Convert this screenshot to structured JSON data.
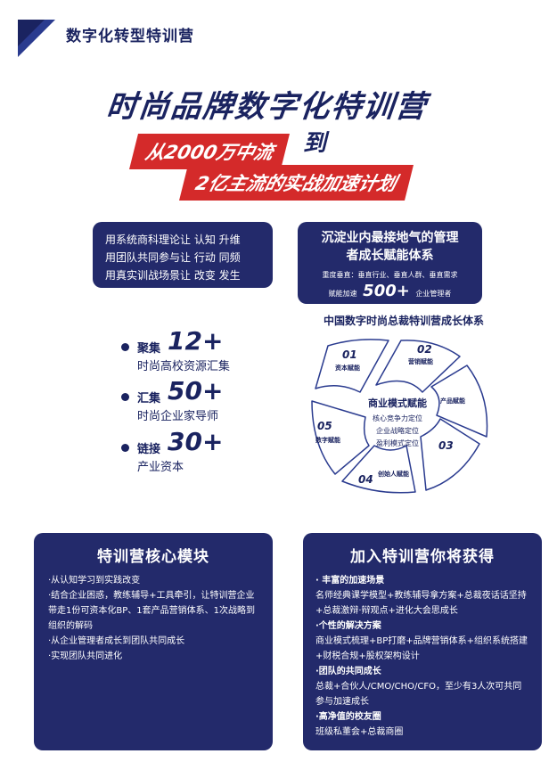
{
  "header": {
    "title": "数字化转型特训营"
  },
  "hero": {
    "title": "时尚品牌数字化特训营",
    "line1": "从2000万中流",
    "to": "到",
    "line2": "2亿主流的实战加速计划"
  },
  "left_box": {
    "lines": [
      "用系统商科理论让 认知 升维",
      "用团队共同参与让 行动 同频",
      "用真实训战场景让 改变 发生"
    ]
  },
  "right_box": {
    "title_line1": "沉淀业内最接地气的管理",
    "title_line2": "者成长赋能体系",
    "sub": "重度垂直：垂直行业、垂直人群、垂直需求",
    "pre": "赋能加速",
    "big": "500+",
    "post": "企业管理者"
  },
  "stats": [
    {
      "label": "聚集",
      "number": "12+",
      "desc": "时尚高校资源汇集"
    },
    {
      "label": "汇集",
      "number": "50+",
      "desc": "时尚企业家导师"
    },
    {
      "label": "链接",
      "number": "30+",
      "desc": "产业资本"
    }
  ],
  "system": {
    "title": "中国数字时尚总裁特训营成长体系",
    "center_title": "商业模式赋能",
    "center_lines": [
      "核心竞争力定位",
      "企业战略定位",
      "盈利模式定位"
    ],
    "n01": "01",
    "t01": "资本赋能",
    "n02": "02",
    "t02": "营销赋能",
    "n03": "03",
    "t03": "产品赋能",
    "n04": "04",
    "t04": "创始人赋能",
    "n05": "05",
    "t05": "数字赋能"
  },
  "panel_left": {
    "title": "特训营核心模块",
    "items": [
      "·从认知学习到实践改变",
      "·结合企业困惑，教练辅导+工具牵引，让特训营企业带走1份可资本化BP、1套产品营销体系、1次战略到组织的解码",
      "·从企业管理者成长到团队共同成长",
      "·实现团队共同进化"
    ]
  },
  "panel_right": {
    "title": "加入特训营你将获得",
    "h1": "· 丰富的加速场景",
    "b1": "名师经典课学模型+教练辅导拿方案+总裁夜话话坚持+总裁激辩·辩观点+进化大会思成长",
    "h2": "·个性的解决方案",
    "b2": "商业模式梳理+BP打磨+品牌营销体系+组织系统搭建+财税合规+股权架构设计",
    "h3": "·团队的共同成长",
    "b3": "总裁+合伙人/CMO/CHO/CFO，至少有3人次可共同参与加速成长",
    "h4": "·高净值的校友圈",
    "b4": "班级私董会+总裁商圈"
  },
  "colors": {
    "navy": "#232a6b",
    "red": "#d42a2a",
    "blue": "#2a3b8f"
  }
}
